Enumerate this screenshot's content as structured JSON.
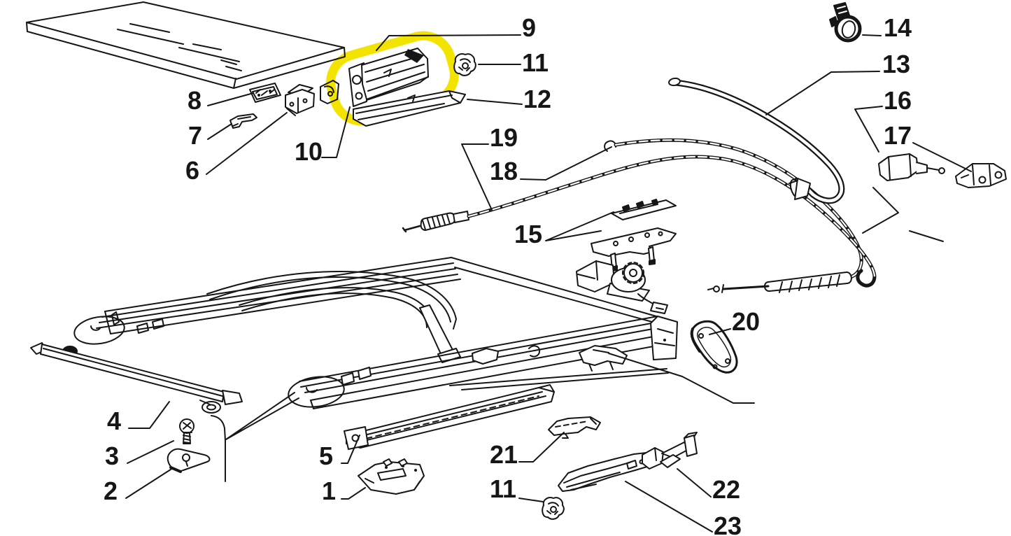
{
  "diagram": {
    "type": "exploded-parts-diagram",
    "background_color": "#ffffff",
    "line_color": "#161616",
    "highlight": {
      "color": "#f3e300",
      "shape": "hand-drawn-marker-loop",
      "encircles_callouts": [
        "9",
        "10"
      ]
    },
    "callouts": [
      {
        "label": "8"
      },
      {
        "label": "7"
      },
      {
        "label": "6"
      },
      {
        "label": "10"
      },
      {
        "label": "9"
      },
      {
        "label": "11"
      },
      {
        "label": "12"
      },
      {
        "label": "19"
      },
      {
        "label": "18"
      },
      {
        "label": "14"
      },
      {
        "label": "13"
      },
      {
        "label": "16"
      },
      {
        "label": "17"
      },
      {
        "label": "15"
      },
      {
        "label": "20"
      },
      {
        "label": "4"
      },
      {
        "label": "3"
      },
      {
        "label": "2"
      },
      {
        "label": "5"
      },
      {
        "label": "1"
      },
      {
        "label": "21"
      },
      {
        "label": "11"
      },
      {
        "label": "22"
      },
      {
        "label": "23"
      }
    ]
  }
}
